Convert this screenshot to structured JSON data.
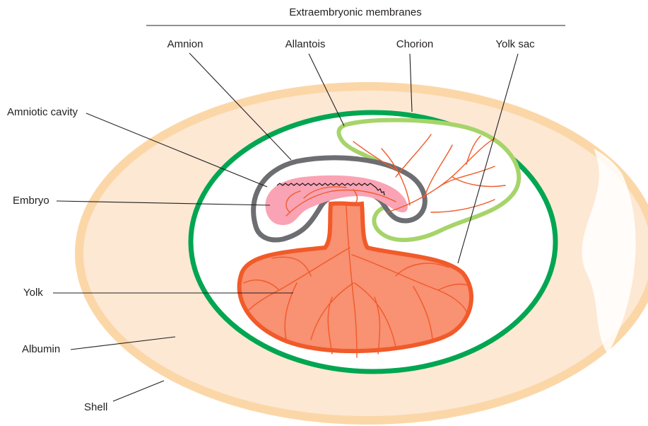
{
  "header": {
    "title": "Extraembryonic membranes"
  },
  "labels": {
    "amnion": "Amnion",
    "allantois": "Allantois",
    "chorion": "Chorion",
    "yolk_sac": "Yolk sac",
    "amniotic_cavity": "Amniotic cavity",
    "embryo": "Embryo",
    "yolk": "Yolk",
    "albumin": "Albumin",
    "shell": "Shell"
  },
  "colors": {
    "shell": "#fbd7a8",
    "albumin": "#fde8d4",
    "chorion": "#00a651",
    "amnion": "#6d6e71",
    "allantois": "#a6d46a",
    "yolk_fill": "#f99173",
    "yolk_sac": "#f15a29",
    "embryo": "#f9a3b4",
    "vessels": "#f05a28"
  }
}
